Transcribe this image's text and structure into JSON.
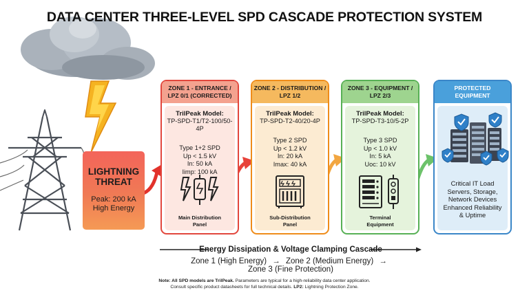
{
  "title": "DATA CENTER THREE-LEVEL SPD CASCADE PROTECTION SYSTEM",
  "threat": {
    "title_line1": "LIGHTNING",
    "title_line2": "THREAT",
    "peak": "Peak: 200 kA",
    "energy": "High Energy"
  },
  "zones": [
    {
      "header_line1": "ZONE 1 - ENTRANCE /",
      "header_line2": "LPZ 0/1 (CORRECTED)",
      "model_label": "TrilPeak Model:",
      "model": "TP-SPD-T1/T2-100/50-4P",
      "specs": [
        "Type 1+2 SPD",
        "Up < 1.5 kV",
        "In: 50 kA",
        "Iimp: 100 kA"
      ],
      "location_line1": "Main Distribution",
      "location_line2": "Panel",
      "icon": "spd-device-icon",
      "color": "#e2463c"
    },
    {
      "header_line1": "ZONE 2 - DISTRIBUTION /",
      "header_line2": "LPZ 1/2",
      "model_label": "TrilPeak Model:",
      "model": "TP-SPD-T2-40/20-4P",
      "specs": [
        "Type 2 SPD",
        "Up < 1.2 kV",
        "In: 20 kA",
        "Imax: 40 kA"
      ],
      "location_line1": "Sub-Distribution",
      "location_line2": "Panel",
      "icon": "distribution-panel-icon",
      "color": "#ef8c1a"
    },
    {
      "header_line1": "ZONE 3 - EQUIPMENT /",
      "header_line2": "LPZ 2/3",
      "model_label": "TrilPeak Model:",
      "model": "TP-SPD-T3-10/5-2P",
      "specs": [
        "Type 3 SPD",
        "Up < 1.0 kV",
        "In: 5 kA",
        "Uoc: 10 kV"
      ],
      "location_line1": "Terminal",
      "location_line2": "Equipment",
      "icon": "terminal-equipment-icon",
      "color": "#57b055"
    }
  ],
  "protected": {
    "header_line1": "PROTECTED",
    "header_line2": "EQUIPMENT",
    "lines": [
      "Critical IT Load",
      "Servers, Storage,",
      "Network Devices",
      "Enhanced Reliability",
      "& Uptime"
    ],
    "icon": "server-rack-shield-icon",
    "color": "#3a86c8"
  },
  "cascade": {
    "title": "Energy Dissipation & Voltage Clamping Cascade",
    "stage1": "Zone 1 (High Energy)",
    "stage2": "Zone 2 (Medium Energy)",
    "stage3": "Zone 3 (Fine Protection)",
    "arrow": "→"
  },
  "note": {
    "bold1": "Note: All SPD models are TrilPeak.",
    "text1": " Parameters are typical for a high-reliability data center application.",
    "text2": "Consult specific product datasheets for full technical details. ",
    "bold2": "LP2:",
    "text3": " Lightning Protection Zone."
  },
  "decor_icons": [
    "storm-cloud-icon",
    "lightning-bolt-icon",
    "transmission-tower-icon",
    "flow-arrow-icon"
  ]
}
